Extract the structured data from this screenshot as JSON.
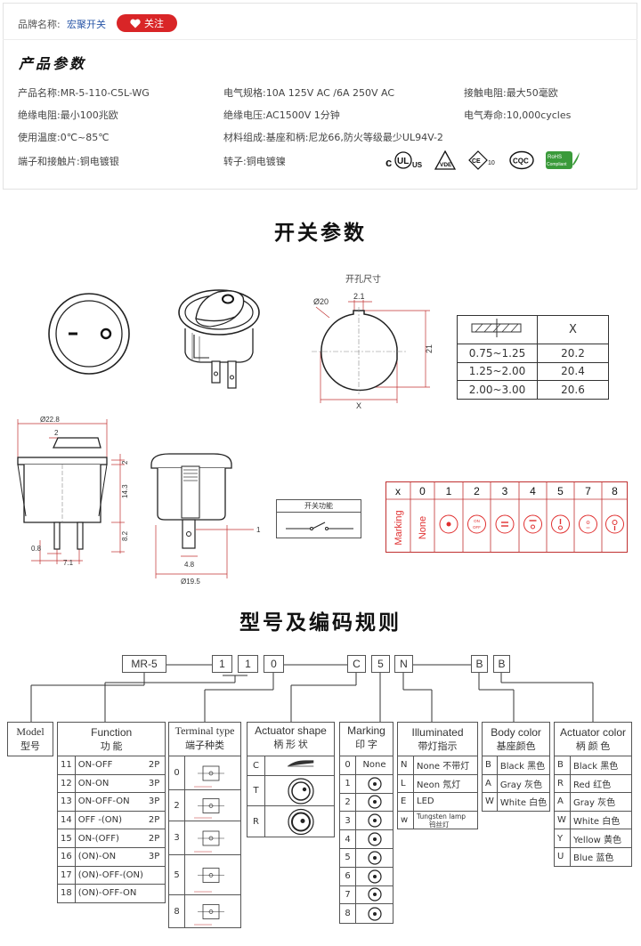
{
  "header": {
    "brand_label": "品牌名称:",
    "brand_name": "宏聚开关",
    "follow_label": "关注",
    "params_title": "产品参数"
  },
  "params": [
    {
      "text": "产品名称:MR-5-110-C5L-WG"
    },
    {
      "text": "电气规格:10A  125V  AC /6A  250V  AC"
    },
    {
      "text": "接触电阻:最大50毫欧"
    },
    {
      "text": "绝缘电阻:最小100兆欧"
    },
    {
      "text": "绝缘电压:AC1500V 1分钟"
    },
    {
      "text": "电气寿命:10,000cycles"
    },
    {
      "text": "使用温度:0℃~85℃"
    },
    {
      "text": "材料组成:基座和柄:尼龙66,防火等级最少UL94V-2"
    },
    {
      "text": "端子和接触片:铜电镀银"
    },
    {
      "text": "转子:铜电镀镍"
    }
  ],
  "certs": [
    "cULus",
    "VDE",
    "CE10",
    "CQC",
    "RoHS Compliant"
  ],
  "switch_section": {
    "title": "开关参数",
    "hole_label": "开孔尺寸",
    "dims": {
      "d20": "Ø20",
      "w21a": "2.1",
      "h21": "21",
      "x": "X",
      "d228": "Ø22.8",
      "two": "2",
      "h2": "2",
      "h143": "14.3",
      "h82": "8.2",
      "w08": "0.8",
      "w71": "7.1",
      "w48": "4.8",
      "d195": "Ø19.5",
      "one": "1"
    },
    "panel_table": {
      "header_right": "X",
      "rows": [
        [
          "0.75~1.25",
          "20.2"
        ],
        [
          "1.25~2.00",
          "20.4"
        ],
        [
          "2.00~3.00",
          "20.6"
        ]
      ]
    },
    "function_label": "开关功能",
    "marking": {
      "header_x": "x",
      "header_label": "Marking",
      "codes": [
        "0",
        "1",
        "2",
        "3",
        "4",
        "5",
        "7",
        "8"
      ],
      "none_label": "None",
      "on_text": "ON",
      "off_text": "OFF"
    }
  },
  "coding_section": {
    "title": "型号及编码规则",
    "example": [
      "MR-5",
      "1",
      "1",
      "0",
      "C",
      "5",
      "N",
      "B",
      "B"
    ],
    "model": {
      "en": "Model",
      "cn": "型号"
    },
    "function": {
      "en": "Function",
      "cn": "功  能",
      "rows": [
        [
          "11",
          "ON-OFF",
          "2P"
        ],
        [
          "12",
          "ON-ON",
          "3P"
        ],
        [
          "13",
          "ON-OFF-ON",
          "3P"
        ],
        [
          "14",
          "OFF -(ON)",
          "2P"
        ],
        [
          "15",
          "ON-(OFF)",
          "2P"
        ],
        [
          "16",
          "(ON)-ON",
          "3P"
        ],
        [
          "17",
          "(ON)-OFF-(ON)",
          ""
        ],
        [
          "18",
          "(ON)-OFF-ON",
          ""
        ]
      ]
    },
    "terminal": {
      "en": "Terminal type",
      "cn": "端子种类",
      "codes": [
        "0",
        "2",
        "3",
        "5",
        "8"
      ]
    },
    "actuator": {
      "en": "Actuator shape",
      "cn": "柄 形 状",
      "codes": [
        "C",
        "T",
        "R"
      ]
    },
    "marking": {
      "en": "Marking",
      "cn": "印  字",
      "rows": [
        [
          "0",
          "None"
        ],
        [
          "1",
          ""
        ],
        [
          "2",
          ""
        ],
        [
          "3",
          ""
        ],
        [
          "4",
          ""
        ],
        [
          "5",
          ""
        ],
        [
          "6",
          ""
        ],
        [
          "7",
          ""
        ],
        [
          "8",
          ""
        ]
      ]
    },
    "illuminated": {
      "en": "Illuminated",
      "cn": "带灯指示",
      "rows": [
        [
          "N",
          "None",
          "不带灯"
        ],
        [
          "L",
          "Neon",
          "氖灯"
        ],
        [
          "E",
          "LED",
          ""
        ],
        [
          "w",
          "Tungsten lamp",
          "钨丝灯"
        ]
      ]
    },
    "body": {
      "en": "Body color",
      "cn": "基座颜色",
      "rows": [
        [
          "B",
          "Black",
          "黑色"
        ],
        [
          "A",
          "Gray",
          "灰色"
        ],
        [
          "W",
          "White",
          "白色"
        ]
      ]
    },
    "actuator_color": {
      "en": "Actuator color",
      "cn": "柄 颜 色",
      "rows": [
        [
          "B",
          "Black",
          "黑色"
        ],
        [
          "R",
          "Red",
          "红色"
        ],
        [
          "A",
          "Gray",
          "灰色"
        ],
        [
          "W",
          "White",
          "白色"
        ],
        [
          "Y",
          "Yellow",
          "黄色"
        ],
        [
          "U",
          "Blue",
          "蓝色"
        ]
      ]
    }
  },
  "colors": {
    "accent": "#d92527",
    "link": "#2a57a8",
    "marking_red": "#e03030"
  }
}
